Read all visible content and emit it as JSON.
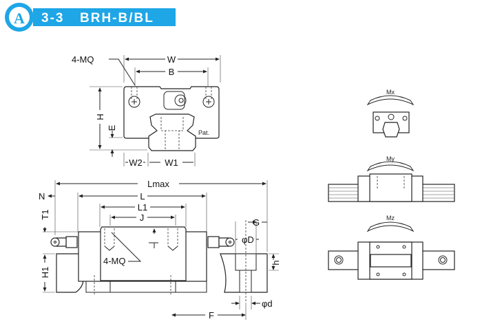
{
  "header": {
    "section": "3-3",
    "model": "BRH-B/BL",
    "logo_letter": "A",
    "brand_color": "#1ea6e6"
  },
  "front_view": {
    "labels": {
      "w": "W",
      "b": "B",
      "mq": "4-MQ",
      "h": "H",
      "e": "E",
      "w2": "W2",
      "w1": "W1",
      "pat": "Pat."
    }
  },
  "moments": {
    "mx": "Mx",
    "my": "My",
    "mz": "Mz"
  },
  "side_view": {
    "labels": {
      "lmax": "Lmax",
      "l": "L",
      "l1": "L1",
      "j": "J",
      "n": "N",
      "t1": "T1",
      "h1": "H1",
      "mq": "4-MQ",
      "g": "G",
      "phi_d_large": "φD",
      "h": "h",
      "phi_d_small": "φd",
      "f": "F",
      "t": "T"
    }
  }
}
